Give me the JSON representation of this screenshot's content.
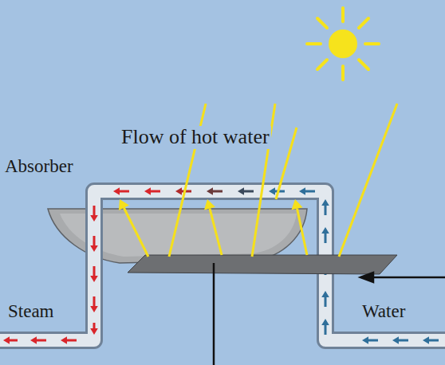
{
  "diagram": {
    "labels": [
      "Flow of hot water",
      "Absorber",
      "Steam",
      "Water"
    ]
  }
}
